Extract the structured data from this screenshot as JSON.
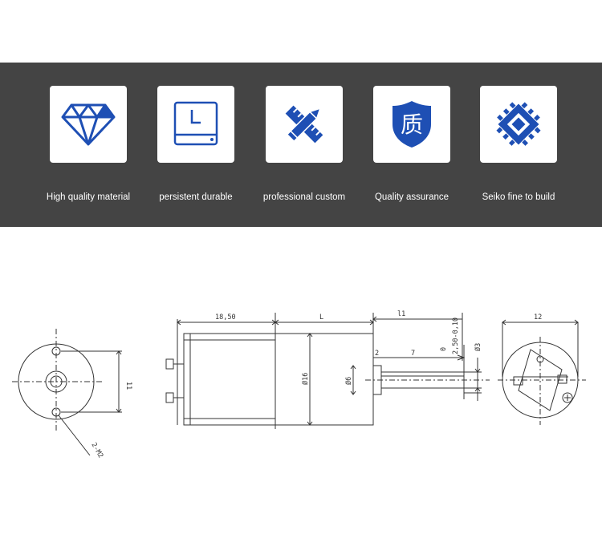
{
  "features": [
    {
      "icon": "diamond-icon",
      "label": "High quality material"
    },
    {
      "icon": "clock-panel-icon",
      "label": "persistent durable"
    },
    {
      "icon": "pencil-ruler-icon",
      "label": "professional custom"
    },
    {
      "icon": "quality-shield-icon",
      "glyph": "质",
      "label": "Quality assurance"
    },
    {
      "icon": "chip-icon",
      "label": "Seiko fine to build"
    }
  ],
  "dimensions": {
    "height_front": "11",
    "holes": "2-M2",
    "gearbox_length": "18,50",
    "motor_length": "L",
    "shaft_length": "l1",
    "shoulder": "2",
    "flat_length": "7",
    "tolerance_upper": "0",
    "tolerance_value": "2,50-0,10",
    "shaft_diameter": "Ø3",
    "body_diameter": "Ø16",
    "boss_diameter": "Ø6",
    "rear_width": "12"
  },
  "colors": {
    "banner": "#444444",
    "icon_blue": "#1e4fb4",
    "line": "#333333"
  }
}
